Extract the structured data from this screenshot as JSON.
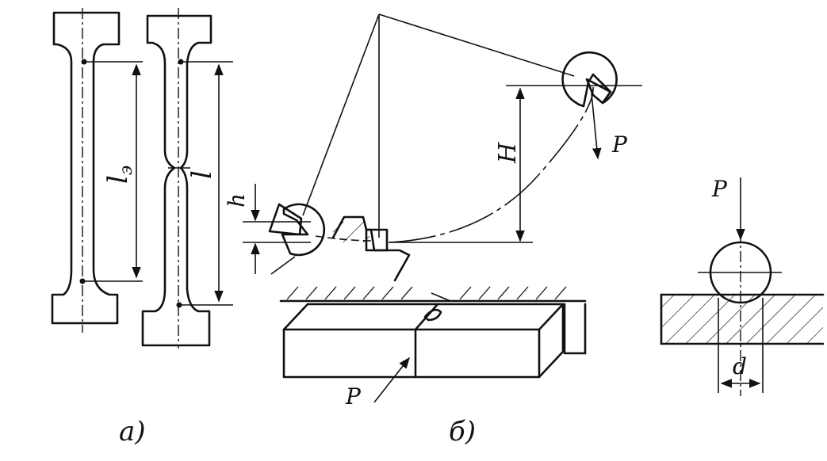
{
  "figure": {
    "label_a": "a)",
    "label_b": "б)",
    "tensile": {
      "gauge_length_initial": "l",
      "gauge_length_final": "l",
      "gauge_length_final_sub": "э"
    },
    "impact": {
      "drop_height": "H",
      "rise_height": "h",
      "pendulum_force": "P",
      "specimen_force": "P"
    },
    "hardness": {
      "indent_force": "P",
      "indent_diameter": "d"
    }
  }
}
